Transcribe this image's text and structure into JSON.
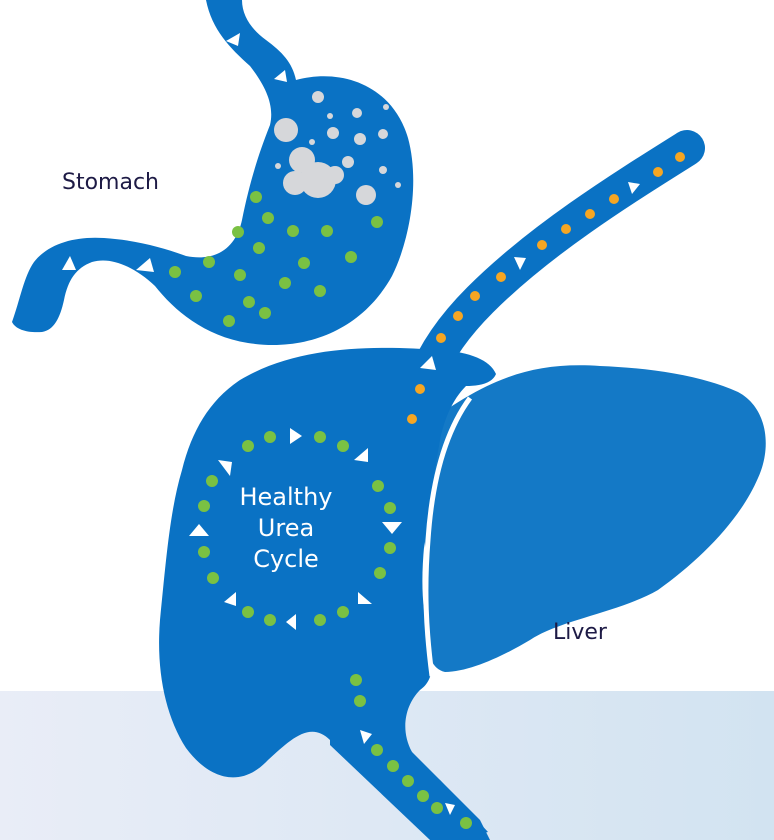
{
  "labels": {
    "stomach": "Stomach",
    "liver": "Liver",
    "cycle": [
      "Healthy",
      "Urea",
      "Cycle"
    ]
  },
  "colors": {
    "organ_blue": "#0a72c4",
    "liver_blue": "#1479c6",
    "nutrient_dot": "#7ac143",
    "bile_dot": "#f6a623",
    "arrow": "#ffffff",
    "particle": "#d6d7da",
    "label_text": "#1d1a45",
    "band_start": "#e9edf7",
    "band_end": "#d2e3f1"
  },
  "icons": [
    "flow-arrow-icon",
    "nutrient-dot-icon",
    "bile-dot-icon",
    "food-particle-icon"
  ]
}
